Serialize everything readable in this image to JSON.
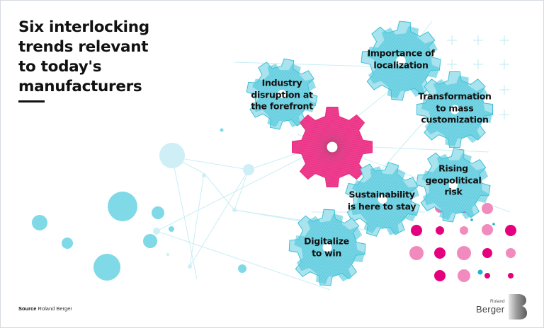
{
  "title": "Six interlocking\ntrends relevant\nto today's\nmanufacturers",
  "source": {
    "label": "Source",
    "value": "Roland Berger"
  },
  "logo": {
    "small": "Roland",
    "big": "Berger",
    "mark": "B"
  },
  "colors": {
    "cyan_gear": "#4cc8dc",
    "cyan_light": "#a9e3ed",
    "magenta_gear": "#ee3f8e",
    "magenta_dot": "#e5007d",
    "pink_dot": "#f28bbd",
    "bubble": "#7fd9e6",
    "bubble_light": "#cdeff5",
    "network_line": "#c8eef5"
  },
  "central_gear": {
    "icon": "central-gear-icon",
    "color": "magenta"
  },
  "trends": [
    {
      "id": "industry-disruption",
      "label": "Industry\ndisruption at\nthe forefront"
    },
    {
      "id": "importance-localization",
      "label": "Importance of\nlocalization"
    },
    {
      "id": "mass-customization",
      "label": "Transformation\nto mass\ncustomization"
    },
    {
      "id": "geopolitical-risk",
      "label": "Rising\ngeopolitical\nrisk"
    },
    {
      "id": "sustainability",
      "label": "Sustainability\nis here to stay"
    },
    {
      "id": "digitalize",
      "label": "Digitalize\nto win"
    }
  ]
}
